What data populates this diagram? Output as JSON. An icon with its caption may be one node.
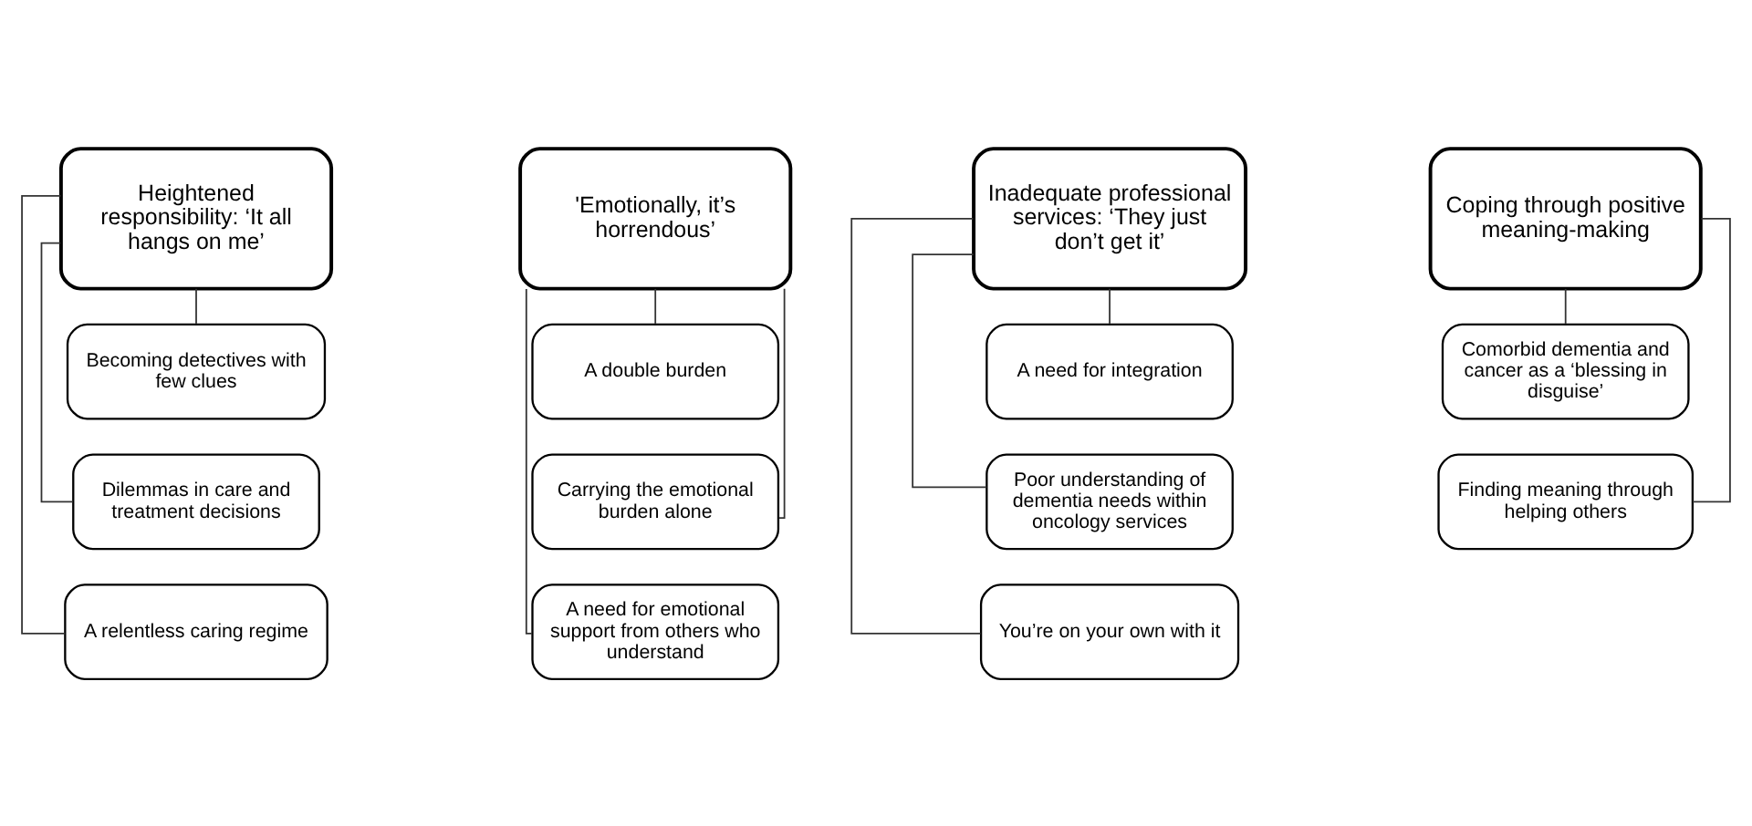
{
  "diagram": {
    "nodes": [
      {
        "text": [
          "Heightened responsibility: ‘It all hangs on me’"
        ]
      },
      {
        "text": [
          "Becoming detectives with few clues"
        ]
      },
      {
        "text": [
          "Dilemmas in care and treatment decisions"
        ]
      },
      {
        "text": [
          "A relentless caring regime"
        ]
      },
      {
        "text": [
          "'Emotionally, it’s horrendous’"
        ]
      },
      {
        "text": [
          "A double burden"
        ]
      },
      {
        "text": [
          "Carrying the emotional burden alone"
        ]
      },
      {
        "text": [
          "A need for emotional support from others who understand"
        ]
      },
      {
        "text": [
          "Inadequate professional services: ‘They just don’t get it’"
        ]
      },
      {
        "text": [
          "A need for integration"
        ]
      },
      {
        "text": [
          "Poor understanding of dementia needs within oncology services"
        ]
      },
      {
        "text": [
          "You’re on your own with it"
        ]
      },
      {
        "text": [
          "Coping through positive meaning-making"
        ]
      },
      {
        "text": [
          "Comorbid dementia and cancer as a ‘blessing in disguise’"
        ]
      },
      {
        "text": [
          "Finding meaning through helping others"
        ]
      }
    ],
    "edges": [
      {
        "from": 0,
        "to": 1,
        "arrow": "none"
      },
      {
        "from": 0,
        "to": 2,
        "arrow": "none"
      },
      {
        "from": 0,
        "to": 3,
        "arrow": "none"
      },
      {
        "from": 4,
        "to": 5,
        "arrow": "none"
      },
      {
        "from": 4,
        "to": 6,
        "arrow": "none"
      },
      {
        "from": 4,
        "to": 7,
        "arrow": "none"
      },
      {
        "from": 8,
        "to": 9,
        "arrow": "none"
      },
      {
        "from": 8,
        "to": 10,
        "arrow": "none"
      },
      {
        "from": 8,
        "to": 11,
        "arrow": "none"
      },
      {
        "from": 12,
        "to": 13,
        "arrow": "none"
      },
      {
        "from": 12,
        "to": 14,
        "arrow": "none"
      }
    ]
  }
}
